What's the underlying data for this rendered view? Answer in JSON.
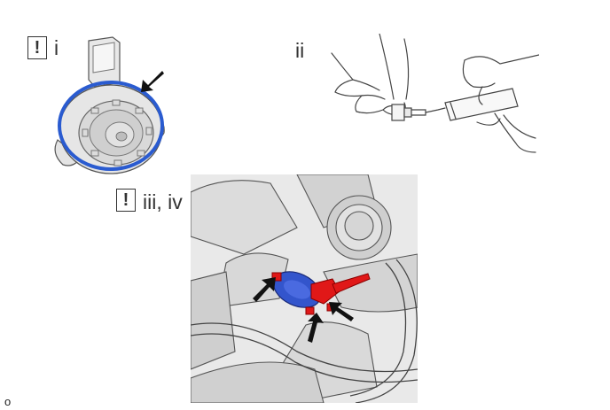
{
  "callouts": {
    "step1": {
      "marker": "!",
      "label": "i"
    },
    "step2": {
      "label": "ii"
    },
    "step3": {
      "marker": "!",
      "label": "iii, iv"
    }
  },
  "corner_label": "o",
  "colors": {
    "seal_highlight": "#2a5bd0",
    "sensor_body": "#3355cc",
    "connector_highlight": "#e01818",
    "arrow": "#111111"
  },
  "icons": [
    "warning-marker-icon",
    "pointer-arrow-icon"
  ]
}
